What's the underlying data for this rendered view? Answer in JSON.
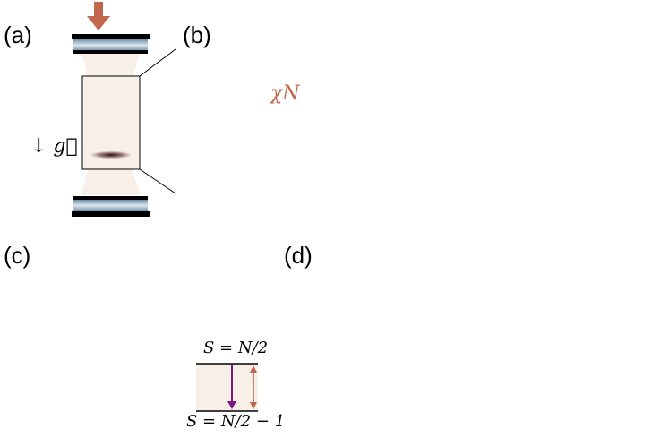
{
  "panels": {
    "a": "(a)",
    "b": "(b)",
    "c": "(c)",
    "d": "(d)"
  },
  "gravity_label": "↓ g⃗",
  "coupling_label": "χN",
  "levels": {
    "upper": "S = N/2",
    "lower": "S = N/2 − 1"
  },
  "colors": {
    "accent": "#c0674e",
    "transition": "#7b1a7e",
    "cloud_fill": "#f8efe9",
    "mirror_dark": "#000000",
    "mirror_glass": "#9ab4c6"
  }
}
